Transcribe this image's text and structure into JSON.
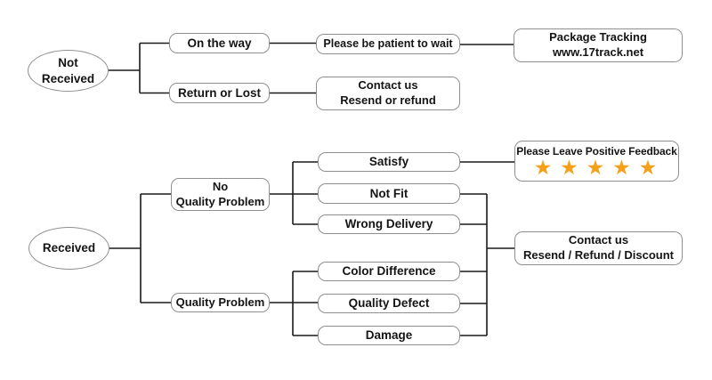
{
  "diagram": {
    "colors": {
      "background": "#FFFFFF",
      "box_border": "#8F8F8F",
      "connector": "#1A1A1A",
      "text": "#141414",
      "star": "#F5A019"
    },
    "nodes": {
      "not_received": "Not\nReceived",
      "on_the_way": "On the way",
      "please_wait": "Please be patient to wait",
      "package_tracking": "Package Tracking\nwww.17track.net",
      "return_or_lost": "Return or Lost",
      "contact_us_top": "Contact us\nResend or refund",
      "received": "Received",
      "no_quality_problem": "No\nQuality Problem",
      "satisfy": "Satisfy",
      "not_fit": "Not Fit",
      "wrong_delivery": "Wrong Delivery",
      "positive_feedback": "Please Leave Positive Feedback",
      "stars": "★ ★ ★ ★ ★",
      "star_count": 5,
      "quality_problem": "Quality Problem",
      "color_difference": "Color Difference",
      "quality_defect": "Quality Defect",
      "damage": "Damage",
      "contact_us_bottom": "Contact us\nResend / Refund / Discount"
    }
  }
}
